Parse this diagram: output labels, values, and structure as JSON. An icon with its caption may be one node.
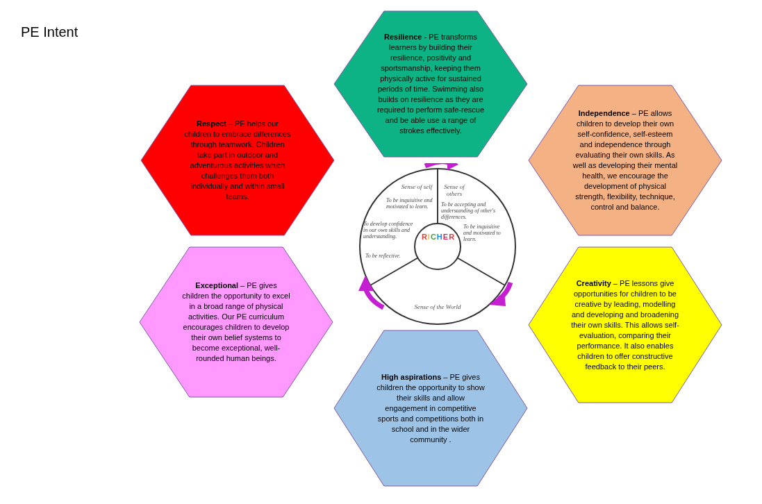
{
  "diagram": {
    "title": "PE Intent",
    "nodes": [
      {
        "text": [
          "**Resilience**  - PE transforms learners by building their resilience, positivity and sportsmanship, keeping them physically active for sustained periods of time. Swimming also builds on resilience as they are required to perform safe-rescue and be able use a range of strokes effectively."
        ]
      },
      {
        "text": [
          "**Respect** –  PE helps our children to embrace differences through teamwork. Children take part in outdoor and adventurous activities  which challenges them both individually and within small teams."
        ]
      },
      {
        "text": [
          "**Independence** – PE allows children to develop their own self-confidence, self-esteem and independence through evaluating their own skills. As well as developing their mental health, we encourage the development of physical strength, flexibility, technique, control and balance."
        ]
      },
      {
        "text": [
          "**Exceptional** – PE gives children the opportunity to excel in a broad range of physical activities. Our PE curriculum encourages children to develop their own belief systems to become exceptional, well-rounded human beings."
        ]
      },
      {
        "text": [
          "**Creativity** – PE lessons give opportunities for children to be creative  by leading, modelling and developing and broadening their own skills. This allows self-evaluation, comparing their performance. It also enables children to offer constructive feedback to their peers."
        ]
      },
      {
        "text": [
          "**High aspirations** – PE gives children the opportunity to show their skills and allow engagement in competitive sports and competitions both in school and in the wider community ."
        ]
      }
    ],
    "labels": [
      "Sense of self",
      "Sense of others",
      "To be inquisitive and motivated to learn.",
      "To be accepting and understanding of other's differences.",
      "To develop confidence in our own skills and understanding.",
      "To be inquisitive and motivated to learn.",
      "To be reflective.",
      "RICHER",
      "Sense of the World"
    ]
  }
}
